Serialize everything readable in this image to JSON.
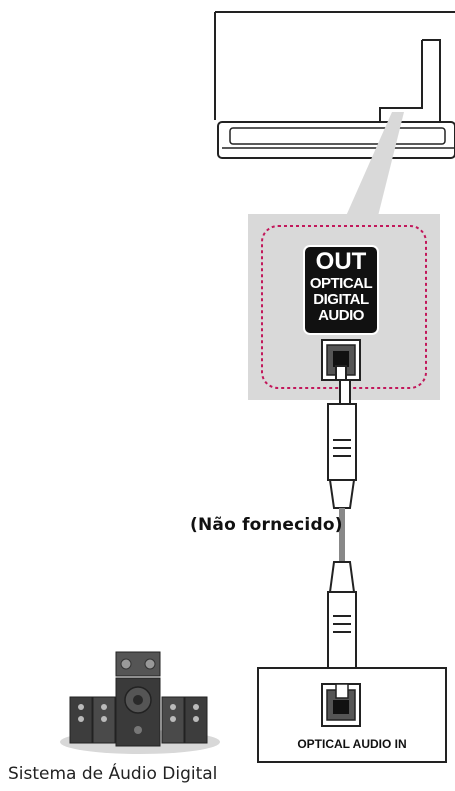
{
  "device_port": {
    "title": "OUT",
    "line1": "OPTICAL",
    "line2": "DIGITAL",
    "line3": "AUDIO"
  },
  "cable": {
    "label": "(Não fornecido)"
  },
  "receiver": {
    "port_label": "OPTICAL AUDIO IN"
  },
  "speaker_system": {
    "label": "Sistema de Áudio Digital"
  },
  "colors": {
    "callout_bg": "#d9d9d9",
    "dashed_outline": "#c2185b",
    "port_label_bg": "#111111",
    "cable": "#888888"
  }
}
